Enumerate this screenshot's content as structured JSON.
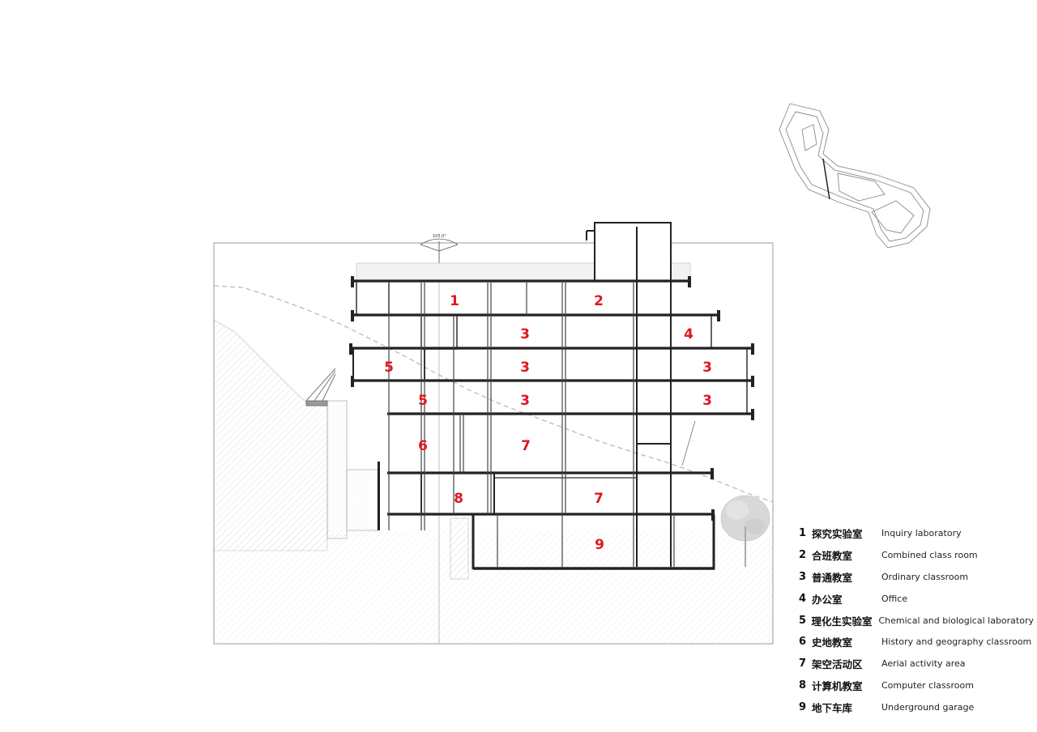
{
  "diagram": {
    "top_angle_label": "105.0°",
    "room_labels": [
      {
        "key": "r1",
        "text": "1"
      },
      {
        "key": "r2",
        "text": "2"
      },
      {
        "key": "r3a",
        "text": "3"
      },
      {
        "key": "r4",
        "text": "4"
      },
      {
        "key": "r5a",
        "text": "5"
      },
      {
        "key": "r3b",
        "text": "3"
      },
      {
        "key": "r3c",
        "text": "3"
      },
      {
        "key": "r5b",
        "text": "5"
      },
      {
        "key": "r3d",
        "text": "3"
      },
      {
        "key": "r3e",
        "text": "3"
      },
      {
        "key": "r6",
        "text": "6"
      },
      {
        "key": "r7a",
        "text": "7"
      },
      {
        "key": "r8",
        "text": "8"
      },
      {
        "key": "r7b",
        "text": "7"
      },
      {
        "key": "r9",
        "text": "9"
      }
    ],
    "label_color": "#e0161d",
    "line_color": "#222222"
  },
  "legend": [
    {
      "num": "1",
      "zh": "探究实验室",
      "en": "Inquiry laboratory"
    },
    {
      "num": "2",
      "zh": "合班教室",
      "en": "Combined class room"
    },
    {
      "num": "3",
      "zh": "普通教室",
      "en": "Ordinary classroom"
    },
    {
      "num": "4",
      "zh": "办公室",
      "en": "Office"
    },
    {
      "num": "5",
      "zh": "理化生实验室",
      "en": "Chemical and biological laboratory"
    },
    {
      "num": "6",
      "zh": "史地教室",
      "en": "History and geography classroom"
    },
    {
      "num": "7",
      "zh": "架空活动区",
      "en": "Aerial activity area"
    },
    {
      "num": "8",
      "zh": "计算机教室",
      "en": "Computer classroom"
    },
    {
      "num": "9",
      "zh": "地下车库",
      "en": "Underground garage"
    }
  ]
}
